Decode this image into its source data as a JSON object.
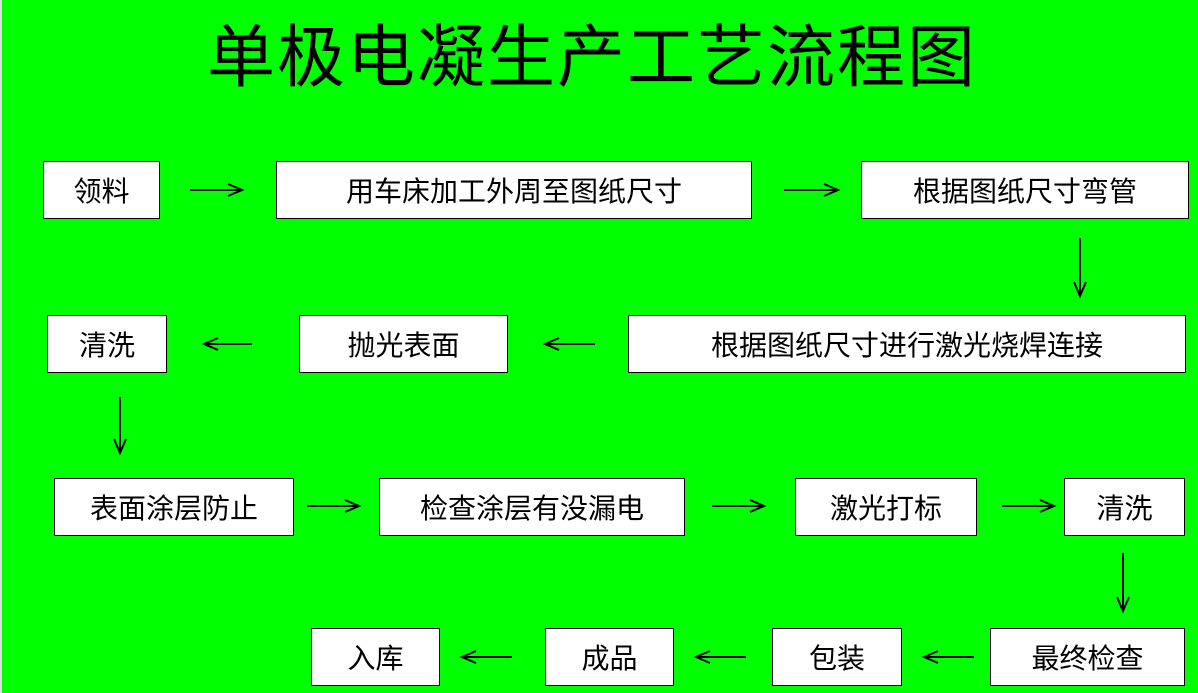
{
  "title": "单极电凝生产工艺流程图",
  "steps": {
    "s1": "领料",
    "s2": "用车床加工外周至图纸尺寸",
    "s3": "根据图纸尺寸弯管",
    "s4": "根据图纸尺寸进行激光烧焊连接",
    "s5": "抛光表面",
    "s6": "清洗",
    "s7": "表面涂层防止",
    "s8": "检查涂层有没漏电",
    "s9": "激光打标",
    "s10": "清洗",
    "s11": "最终检查",
    "s12": "包装",
    "s13": "成品",
    "s14": "入库"
  },
  "colors": {
    "background": "#00ff00",
    "box": "#ffffff",
    "line": "#000000"
  }
}
